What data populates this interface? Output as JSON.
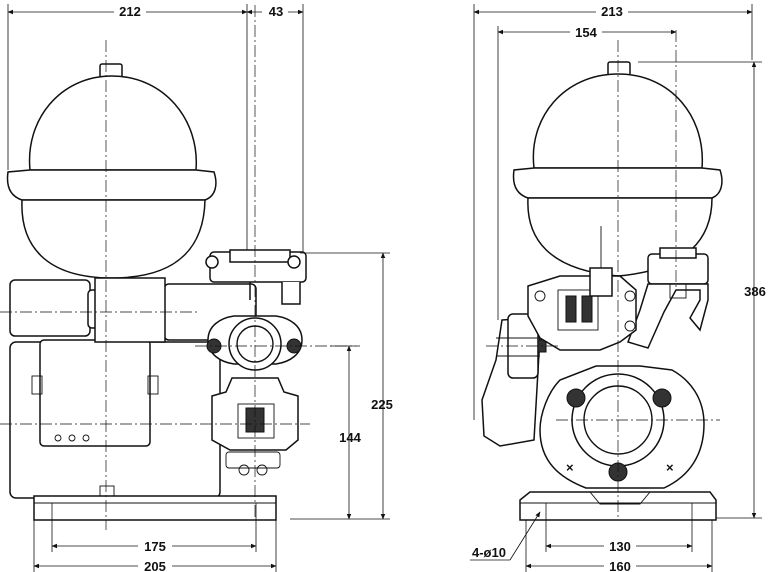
{
  "side_view": {
    "dims": {
      "overall_width_top": "212",
      "outlet_offset": "43",
      "outlet_height": "225",
      "inlet_height": "144",
      "base_hole_span": "175",
      "base_width": "205"
    }
  },
  "front_view": {
    "dims": {
      "overall_width_top": "213",
      "tank_width": "154",
      "overall_height": "386",
      "hole_note": "4-ø10",
      "base_hole_span": "130",
      "base_width": "160"
    }
  }
}
